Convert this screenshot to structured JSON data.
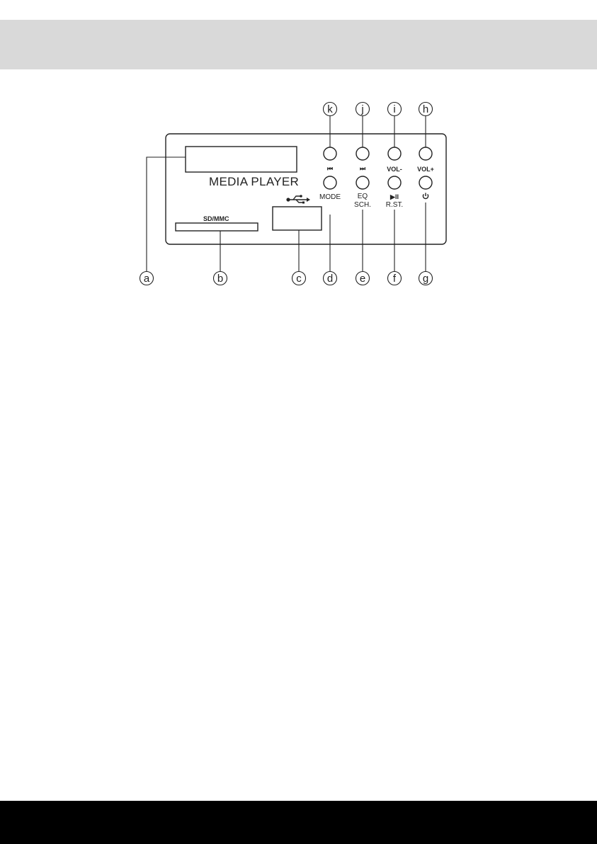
{
  "panel": {
    "title": "MEDIA PLAYER",
    "sd_label": "SD/MMC"
  },
  "buttons": {
    "prev": "⏮",
    "next": "⏭",
    "vol_minus": "VOL-",
    "vol_plus": "VOL+",
    "mode": "MODE",
    "eq_line1": "EQ",
    "eq_line2": "SCH.",
    "play_line1": "▶II",
    "play_line2": "R.ST.",
    "power": "⏻"
  },
  "callouts": {
    "a": "a",
    "b": "b",
    "c": "c",
    "d": "d",
    "e": "e",
    "f": "f",
    "g": "g",
    "h": "h",
    "i": "i",
    "j": "j",
    "k": "k"
  },
  "icons": {
    "usb": "usb-icon",
    "power": "power-icon"
  },
  "colors": {
    "header_band": "#d9d9d9",
    "footer_band": "#000000",
    "line": "#222222"
  }
}
